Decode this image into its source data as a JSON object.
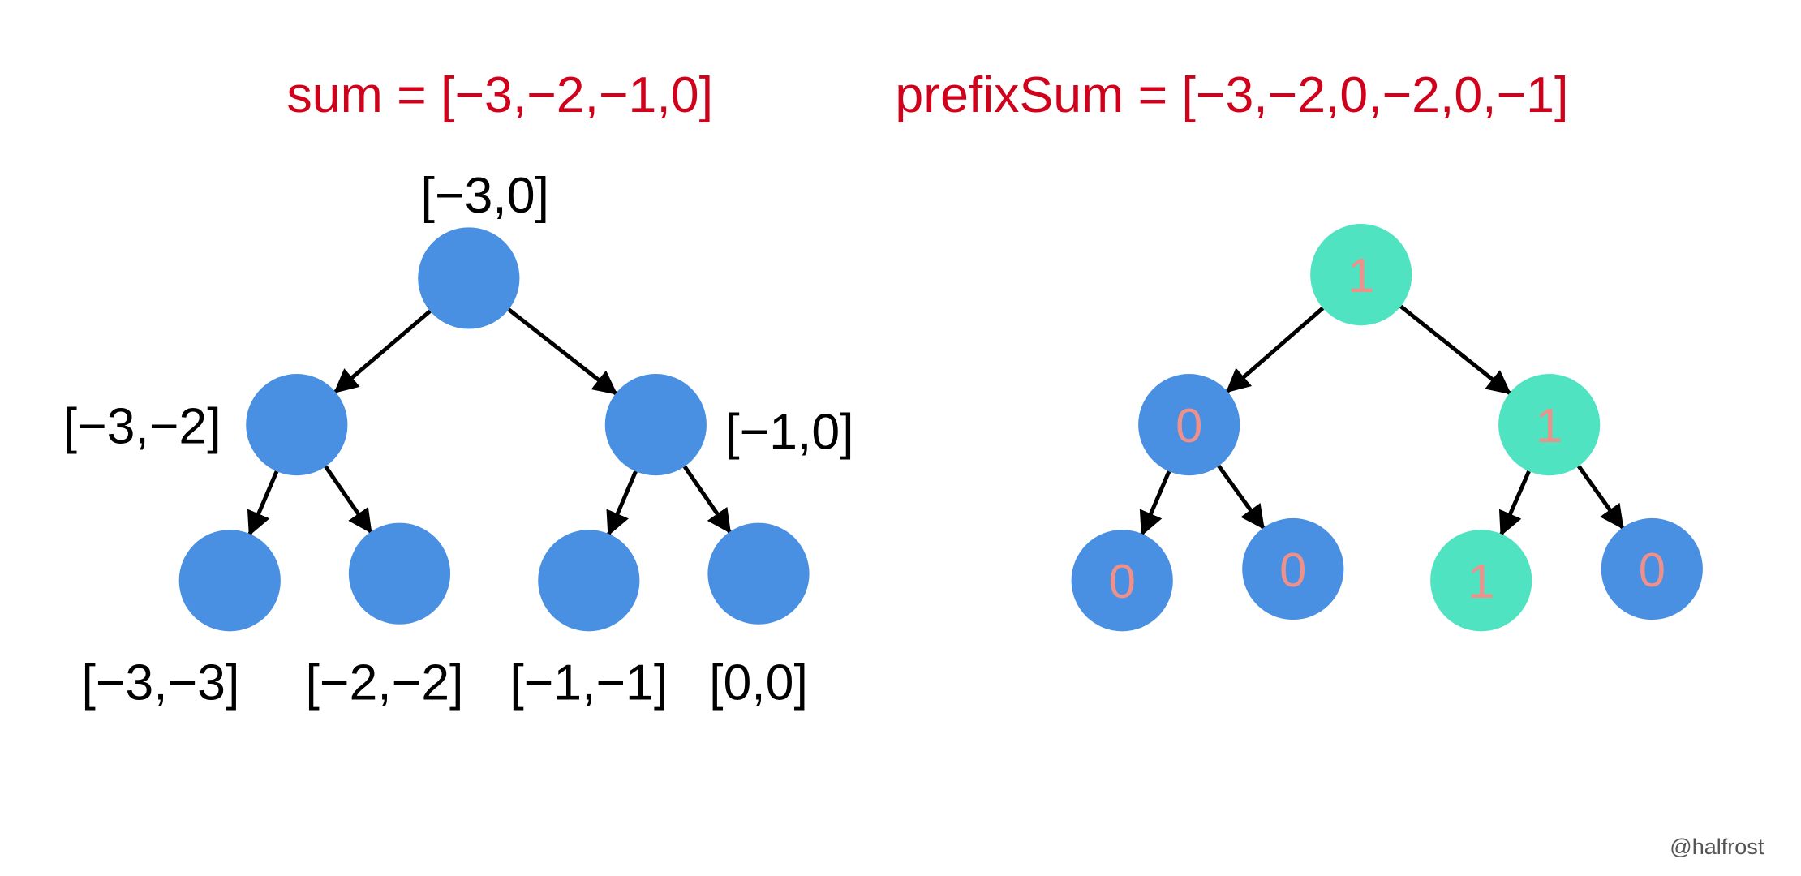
{
  "colors": {
    "title": "#D0021B",
    "node_zero": "#4A90E2",
    "node_one": "#50E3C2",
    "node_text": "#F0908A"
  },
  "left": {
    "title": "sum = [−3,−2,−1,0]",
    "nodes": [
      {
        "label": "[−3,0]"
      },
      {
        "label": "[−3,−2]"
      },
      {
        "label": "[−1,0]"
      },
      {
        "label": "[−3,−3]"
      },
      {
        "label": "[−2,−2]"
      },
      {
        "label": "[−1,−1]"
      },
      {
        "label": "[0,0]"
      }
    ]
  },
  "right": {
    "title": "prefixSum = [−3,−2,0,−2,0,−1]",
    "nodes": [
      {
        "value": "1"
      },
      {
        "value": "0"
      },
      {
        "value": "1"
      },
      {
        "value": "0"
      },
      {
        "value": "0"
      },
      {
        "value": "1"
      },
      {
        "value": "0"
      }
    ]
  },
  "watermark": "@halfrost"
}
